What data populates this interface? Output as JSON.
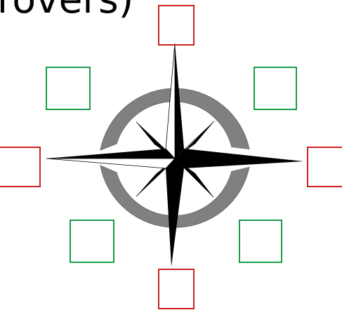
{
  "heading": {
    "partial_text": "rovers)"
  },
  "colors": {
    "cardinal_box": "#cc2222",
    "intercardinal_box": "#1a9c4a",
    "ring": "#808080",
    "star_primary": "#000000",
    "star_secondary": "#ffffff"
  },
  "compass": {
    "cardinal_boxes": [
      "north-box",
      "east-box",
      "south-box",
      "west-box"
    ],
    "intercardinal_boxes": [
      "northeast-box",
      "southeast-box",
      "southwest-box",
      "northwest-box"
    ],
    "ring_label": "",
    "star": "compass-rose-icon"
  }
}
